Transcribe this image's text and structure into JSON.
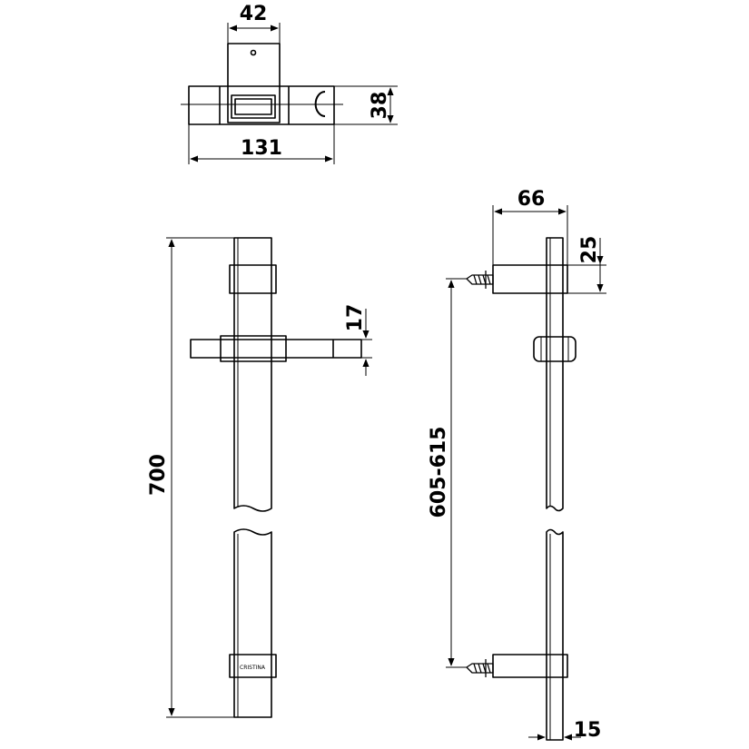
{
  "colors": {
    "line": "#000000",
    "background": "#ffffff"
  },
  "top_view": {
    "width_label": "42",
    "overall_width_label": "131",
    "height_label": "38"
  },
  "front_view": {
    "length_label": "700",
    "holder_thickness_label": "17",
    "logo_text": "CRISTINA"
  },
  "side_view": {
    "depth_label": "66",
    "bracket_height_label": "25",
    "fixing_distance_label": "605-615",
    "tube_diameter_label": "15"
  }
}
